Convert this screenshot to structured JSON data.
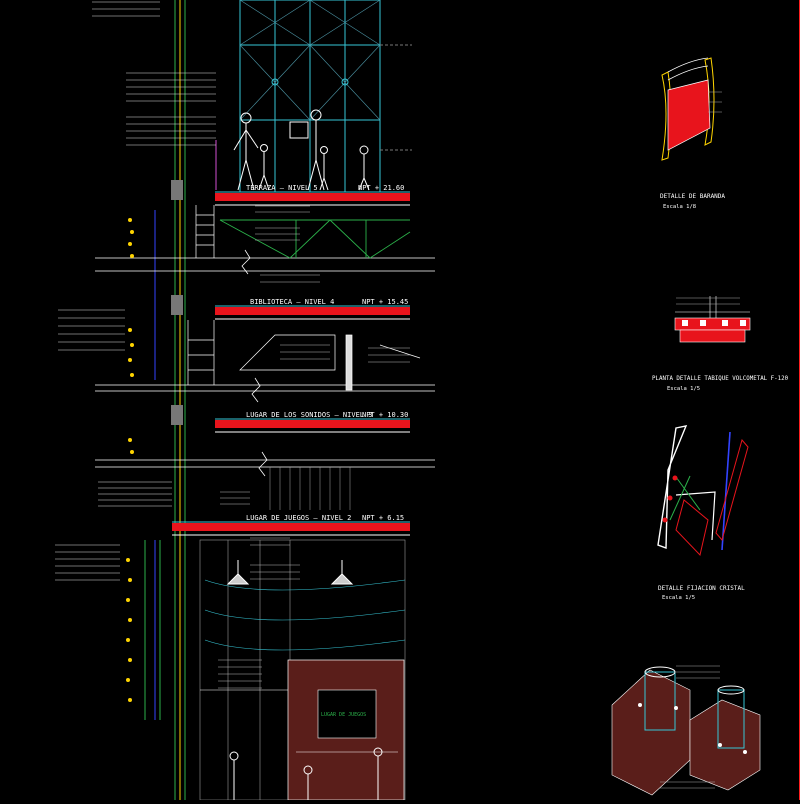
{
  "colors": {
    "background": "#000000",
    "frame_red": "#ff1f1f",
    "linework_white": "#ffffff",
    "slab_red": "#e8141c",
    "glass_cyan": "#36c6d6",
    "structure_green": "#2bb14a",
    "yellow": "#ffd400",
    "magenta": "#d24fd2",
    "blue": "#3344ff",
    "brick": "#5a1e1a"
  },
  "section": {
    "level_5": {
      "name": "TERRAZA – NIVEL 5",
      "elevation": "NPT + 21.60"
    },
    "level_4": {
      "name": "BIBLIOTECA – NIVEL 4",
      "elevation": "NPT + 15.45"
    },
    "level_3": {
      "name": "LUGAR DE LOS SONIDOS – NIVEL 3",
      "elevation": "NPT + 10.30"
    },
    "level_2": {
      "name": "LUGAR DE JUEGOS – NIVEL 2",
      "elevation": "NPT + 6.15"
    },
    "panel_sign": "LUGAR DE JUEGOS"
  },
  "details": {
    "baranda": {
      "title": "DETALLE DE BARANDA",
      "scale": "Escala 1/8"
    },
    "tabique": {
      "title": "PLANTA DETALLE TABIQUE VOLCOMETAL F-120",
      "scale": "Escala 1/5"
    },
    "fijacion": {
      "title": "DETALLE FIJACION CRISTAL",
      "scale": "Escala 1/5"
    }
  }
}
